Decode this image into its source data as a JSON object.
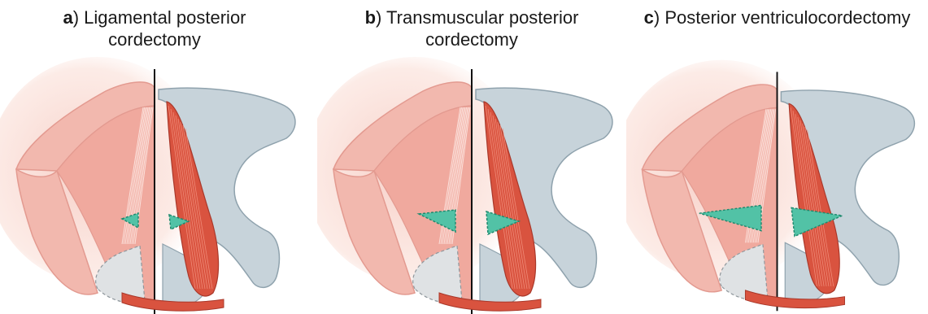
{
  "panels": [
    {
      "letter": "a",
      "title_rest": ") Ligamental posterior",
      "title_line2": "cordectomy",
      "resection": "small"
    },
    {
      "letter": "b",
      "title_rest": ") Transmuscular posterior",
      "title_line2": "cordectomy",
      "resection": "medium"
    },
    {
      "letter": "c",
      "title_rest": ") Posterior ventriculocordectomy",
      "title_line2": "",
      "resection": "large"
    }
  ],
  "colors": {
    "mucosa": "#f2b8ae",
    "mucosa_dark": "#e39a90",
    "cartilage": "#c7d3da",
    "cartilage_edge": "#8fa2ad",
    "muscle": "#d9533f",
    "resection": "#52c2a6",
    "resection_edge": "#1f8a6e"
  }
}
